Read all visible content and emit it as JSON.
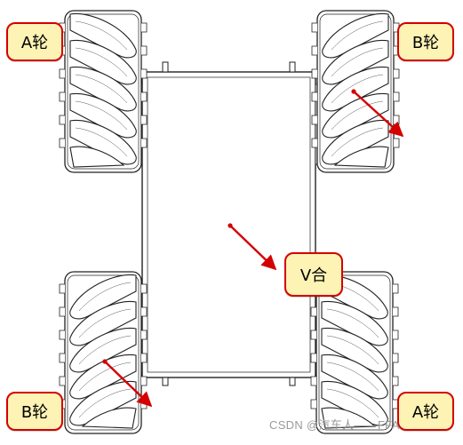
{
  "labels": {
    "wheel_top_left": "A轮",
    "wheel_top_right": "B轮",
    "wheel_bottom_left": "B轮",
    "wheel_bottom_right": "A轮",
    "center": "V合"
  },
  "watermark": "CSDN @汽车人——FFA",
  "colors": {
    "box_fill": "#fdf3b5",
    "box_border": "#d40000",
    "arrow": "#d40000",
    "line": "#222222"
  }
}
